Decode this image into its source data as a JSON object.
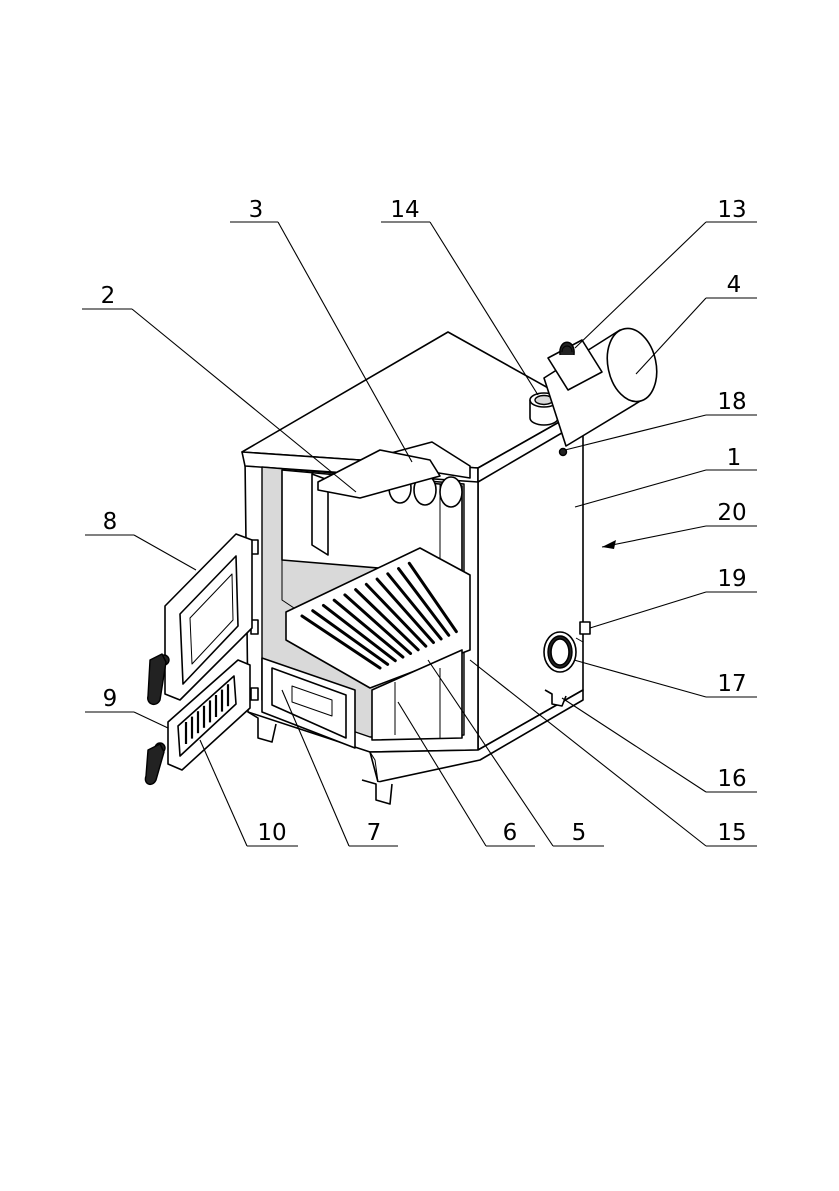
{
  "diagram": {
    "callouts": [
      {
        "id": "c1",
        "label": "1"
      },
      {
        "id": "c2",
        "label": "2"
      },
      {
        "id": "c3",
        "label": "3"
      },
      {
        "id": "c4",
        "label": "4"
      },
      {
        "id": "c5",
        "label": "5"
      },
      {
        "id": "c6",
        "label": "6"
      },
      {
        "id": "c7",
        "label": "7"
      },
      {
        "id": "c8",
        "label": "8"
      },
      {
        "id": "c9",
        "label": "9"
      },
      {
        "id": "c10",
        "label": "10"
      },
      {
        "id": "c13",
        "label": "13"
      },
      {
        "id": "c14",
        "label": "14"
      },
      {
        "id": "c15",
        "label": "15"
      },
      {
        "id": "c16",
        "label": "16"
      },
      {
        "id": "c17",
        "label": "17"
      },
      {
        "id": "c18",
        "label": "18"
      },
      {
        "id": "c19",
        "label": "19"
      },
      {
        "id": "c20",
        "label": "20"
      }
    ]
  }
}
